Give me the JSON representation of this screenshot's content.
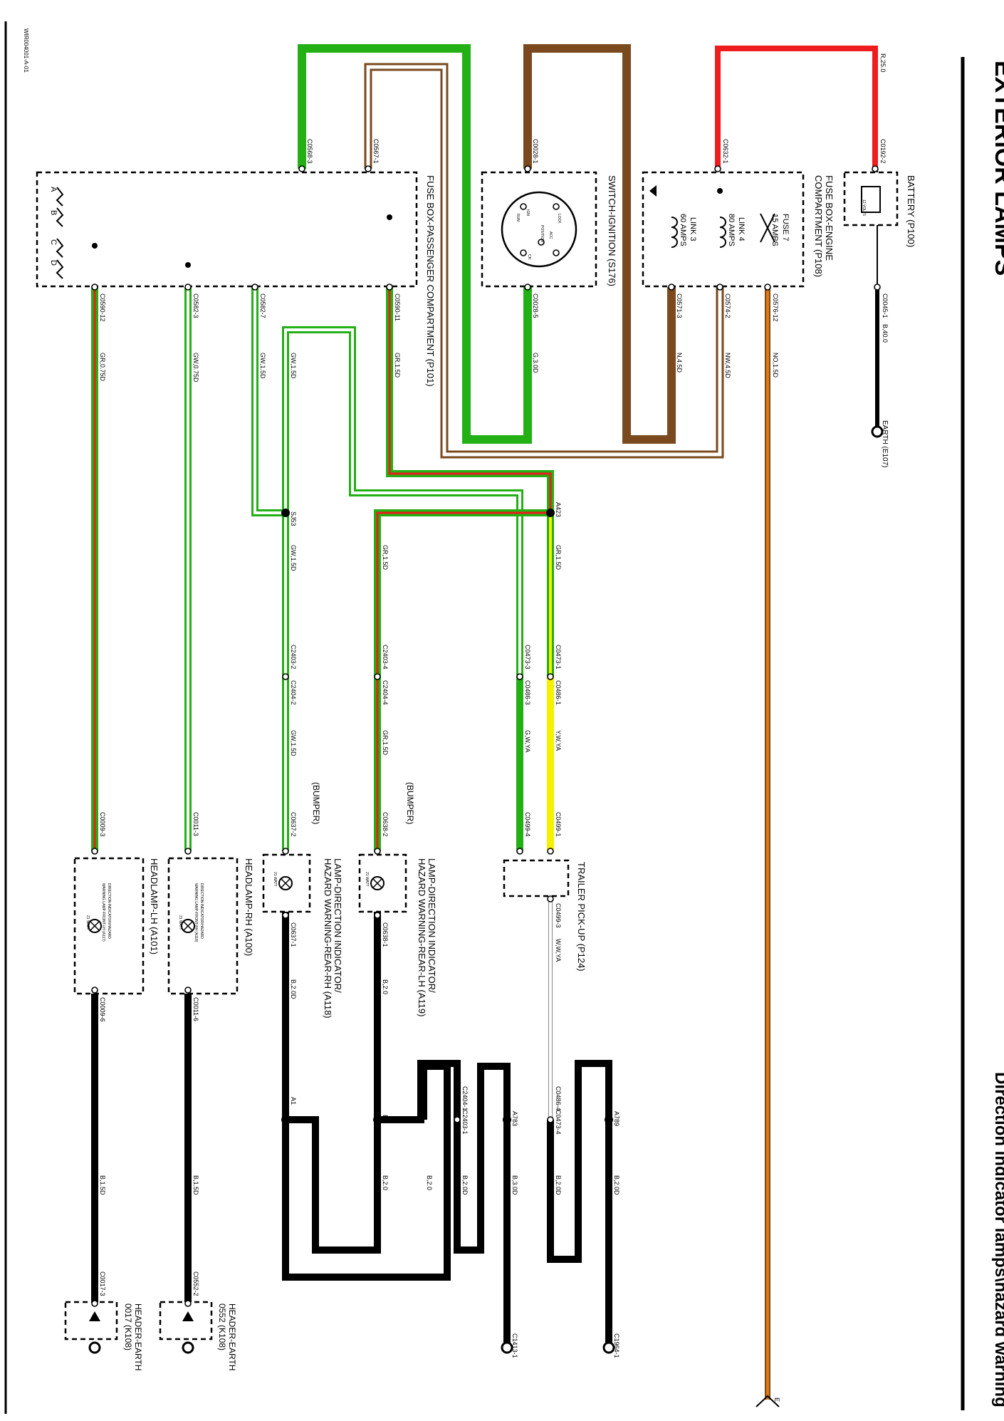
{
  "header": {
    "section_title": "EXTERIOR LAMPS",
    "page_title": "Direction indicator lamps\\hazard warning",
    "doc_code": "WIR004001-A-01"
  },
  "colors": {
    "green": "#22b014",
    "brown": "#7a4a1e",
    "red": "#ee1c1c",
    "black": "#000000",
    "yellow": "#f5f000",
    "orange": "#e07b12",
    "white": "#ffffff"
  },
  "components": {
    "fuse_box_passenger": "FUSE BOX-PASSENGER COMPARTMENT (P101)",
    "switch_ignition": "SWITCH-IGNITION (S176)",
    "fuse_box_engine_1": "FUSE BOX-ENGINE",
    "fuse_box_engine_2": "COMPARTMENT (P108)",
    "battery": "BATTERY (P100)",
    "battery_volts": "12 VOLTS",
    "earth_e107": "EARTH (E107)",
    "trailer_1": "TRAILER PICK-UP (P124)",
    "lamp_lh_1": "LAMP-DIRECTION INDICATOR/",
    "lamp_lh_2": "HAZARD WARNING-REAR-LH (A119)",
    "lamp_lh_3": "(BUMPER)",
    "lamp_rh_1": "LAMP-DIRECTION INDICATOR/",
    "lamp_rh_2": "HAZARD WARNING-REAR-RH (A118)",
    "lamp_rh_3": "(BUMPER)",
    "headlamp_rh": "HEADLAMP-RH (A100)",
    "headlamp_lh": "HEADLAMP-LH (A101)",
    "headlamp_rh_inner_1": "DIRECTION INDICATOR/HAZARD",
    "headlamp_rh_inner_2": "WARNING LAMP-FRONT-RH (A118)",
    "headlamp_lh_inner_1": "DIRECTION INDICATOR/HAZARD",
    "headlamp_lh_inner_2": "WARNING LAMP-FRONT-LH (A117)",
    "header_earth_rh_1": "HEADER-EARTH",
    "header_earth_rh_2": "0552 (K108)",
    "header_earth_lh_1": "HEADER-EARTH",
    "header_earth_lh_2": "0017 (K108)",
    "lamp_watts": "21 WATT",
    "fuse7_1": "FUSE 7",
    "fuse7_2": "15 AMPS",
    "link4_1": "LINK 4",
    "link4_2": "80 AMPS",
    "link3_1": "LINK 3",
    "link3_2": "60 AMPS",
    "switch_pos_lock": "LOCK",
    "switch_pos_ign": "IGN",
    "switch_pos_acc": "ACC",
    "switch_pos_cr": "CR",
    "switch_pos_position": "POSITION",
    "switch_pos_run": "RUN",
    "fuse_letter_a": "A",
    "fuse_letter_b": "B",
    "fuse_letter_c": "C",
    "fuse_letter_d": "D"
  },
  "connectors": {
    "c0568_3": "C0568-3",
    "c0567_1": "C0567-1",
    "c0028_1": "C0028-1",
    "c0028_5": "C0028-5",
    "c0632_1": "C0632-1",
    "c0192_2": "C0192-2",
    "c0045_1": "C0045-1",
    "c0590_12": "C0590-12",
    "c0582_3": "C0582-3",
    "c0582_7": "C0582-7",
    "c0590_11": "C0590-11",
    "c0571_3": "C0571-3",
    "c0574_2": "C0574-2",
    "c0576_12": "C0576-12",
    "c2403_2": "C2403-2",
    "c2404_2": "C2404-2",
    "c2403_4": "C2403-4",
    "c2404_4": "C2404-4",
    "c0473_3": "C0473-3",
    "c0486_3": "C0486-3",
    "c0473_1": "C0473-1",
    "c0486_1": "C0486-1",
    "c0009_3": "C0009-3",
    "c0011_3": "C0011-3",
    "c0637_2": "C0637-2",
    "c0638_2": "C0638-2",
    "c0499_4": "C0499-4",
    "c0499_1": "C0499-1",
    "c0499_3": "C0499-3",
    "c0637_1": "C0637-1",
    "c0638_1": "C0638-1",
    "c0009_6": "C0009-6",
    "c0011_6": "C0011-6",
    "c2404_1": "C2404-1",
    "c2403_1": "C2403-1",
    "c0486_4": "C0486-4",
    "c0473_4": "C0473-4",
    "c0017_3": "C0017-3",
    "c0552_2": "C0552-2",
    "c1413_1": "C1413-1",
    "c1964_1": "C1964-1",
    "splice_sj53": "SJ53",
    "splice_a423": "A423",
    "splice_a1": "A1",
    "splice_b1": "B1",
    "splice_a783": "A783",
    "splice_a789": "A789",
    "r25": "R,25.0",
    "e_cont": "E"
  },
  "wires": {
    "gr075_a": "GR,0.75D",
    "gw075": "GW,0.75D",
    "gw15_a": "GW,1.5D",
    "gw15_b": "GW,1.5D",
    "gr15_a": "GR,1.5D",
    "g30": "G,3.0D",
    "n45": "N,4.5D",
    "nw45": "NW,4.5D",
    "no15": "NO,1.5D",
    "b40": "B,40.0",
    "gw15_c": "GW,1.5D",
    "gr15_b": "GR,1.5D",
    "gr15_c": "GR,1.5D",
    "gw15_d": "GW,1.5D",
    "gr15_d": "GR,1.5D",
    "gwya": "G,W,YA",
    "ywya": "Y,W,YA",
    "wwya": "W,W,YA",
    "b20_a": "B,2.0D",
    "b20_b": "B,2.0",
    "b15_a": "B,1.5D",
    "b15_b": "B,1.5D",
    "b20_c": "B,2.0",
    "b20_d": "B,2.0D",
    "b30": "B,3.0D",
    "b20_e": "B,2.0D",
    "b20_f": "B,2.0D"
  }
}
